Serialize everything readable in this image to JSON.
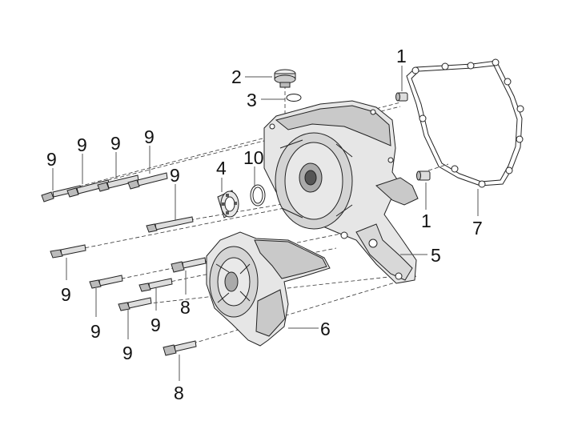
{
  "diagram": {
    "labels": {
      "l1a": "1",
      "l1b": "1",
      "l2": "2",
      "l3": "3",
      "l4": "4",
      "l5": "5",
      "l6": "6",
      "l7": "7",
      "l8a": "8",
      "l8b": "8",
      "l9a": "9",
      "l9b": "9",
      "l9c": "9",
      "l9d": "9",
      "l9e": "9",
      "l9f": "9",
      "l9g": "9",
      "l9h": "9",
      "l9i": "9",
      "l10": "10"
    },
    "colors": {
      "line": "#222222",
      "part_fill": "#e6e6e6",
      "shade": "#c9c9c9",
      "background": "#ffffff"
    }
  }
}
